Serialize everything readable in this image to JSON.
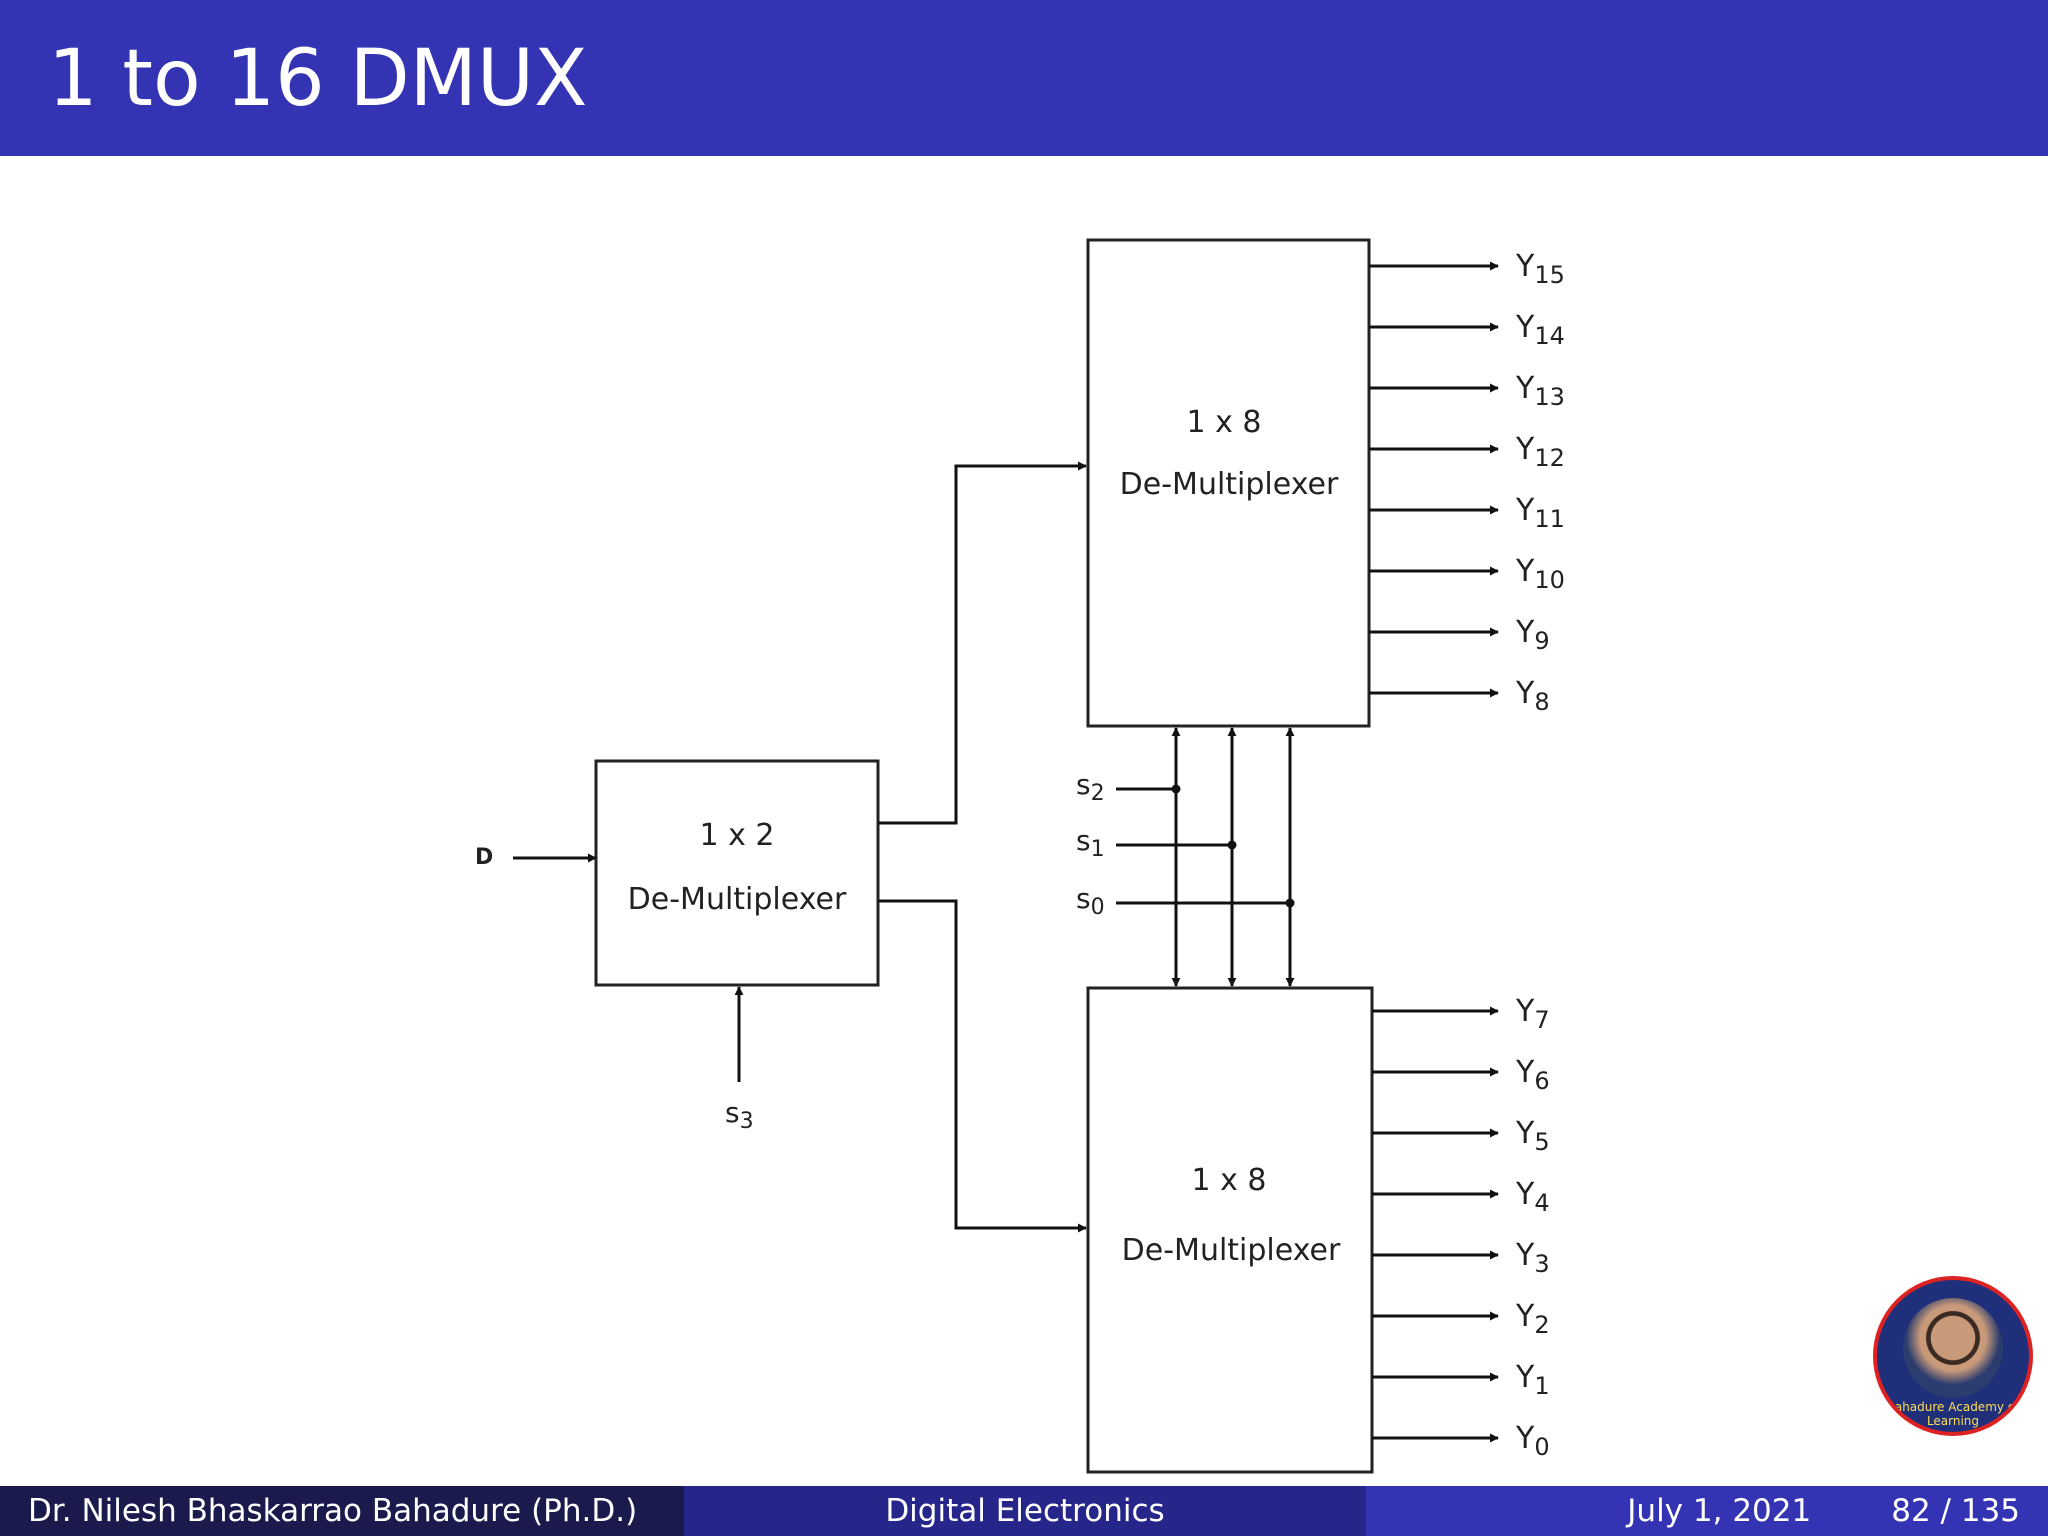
{
  "slide": {
    "title": "1 to 16 DMUX"
  },
  "diagram": {
    "input_label": "D",
    "mux_1x2": {
      "line1": "1 x 2",
      "line2": "De-Multiplexer"
    },
    "mux_upper": {
      "line1": "1 x 8",
      "line2": "De-Multiplexer"
    },
    "mux_lower": {
      "line1": "1 x 8",
      "line2": "De-Multiplexer"
    },
    "select_s3": {
      "base": "s",
      "sub": "3"
    },
    "selects": [
      {
        "base": "s",
        "sub": "2"
      },
      {
        "base": "s",
        "sub": "1"
      },
      {
        "base": "s",
        "sub": "0"
      }
    ],
    "outputs_upper": [
      {
        "base": "Y",
        "sub": "15"
      },
      {
        "base": "Y",
        "sub": "14"
      },
      {
        "base": "Y",
        "sub": "13"
      },
      {
        "base": "Y",
        "sub": "12"
      },
      {
        "base": "Y",
        "sub": "11"
      },
      {
        "base": "Y",
        "sub": "10"
      },
      {
        "base": "Y",
        "sub": "9"
      },
      {
        "base": "Y",
        "sub": "8"
      }
    ],
    "outputs_lower": [
      {
        "base": "Y",
        "sub": "7"
      },
      {
        "base": "Y",
        "sub": "6"
      },
      {
        "base": "Y",
        "sub": "5"
      },
      {
        "base": "Y",
        "sub": "4"
      },
      {
        "base": "Y",
        "sub": "3"
      },
      {
        "base": "Y",
        "sub": "2"
      },
      {
        "base": "Y",
        "sub": "1"
      },
      {
        "base": "Y",
        "sub": "0"
      }
    ]
  },
  "logo": {
    "text": "Bahadure Academy of Learning"
  },
  "footer": {
    "author": "Dr. Nilesh Bhaskarrao Bahadure  (Ph.D.)",
    "course": "Digital Electronics",
    "date": "July 1, 2021",
    "page": "82 / 135"
  }
}
